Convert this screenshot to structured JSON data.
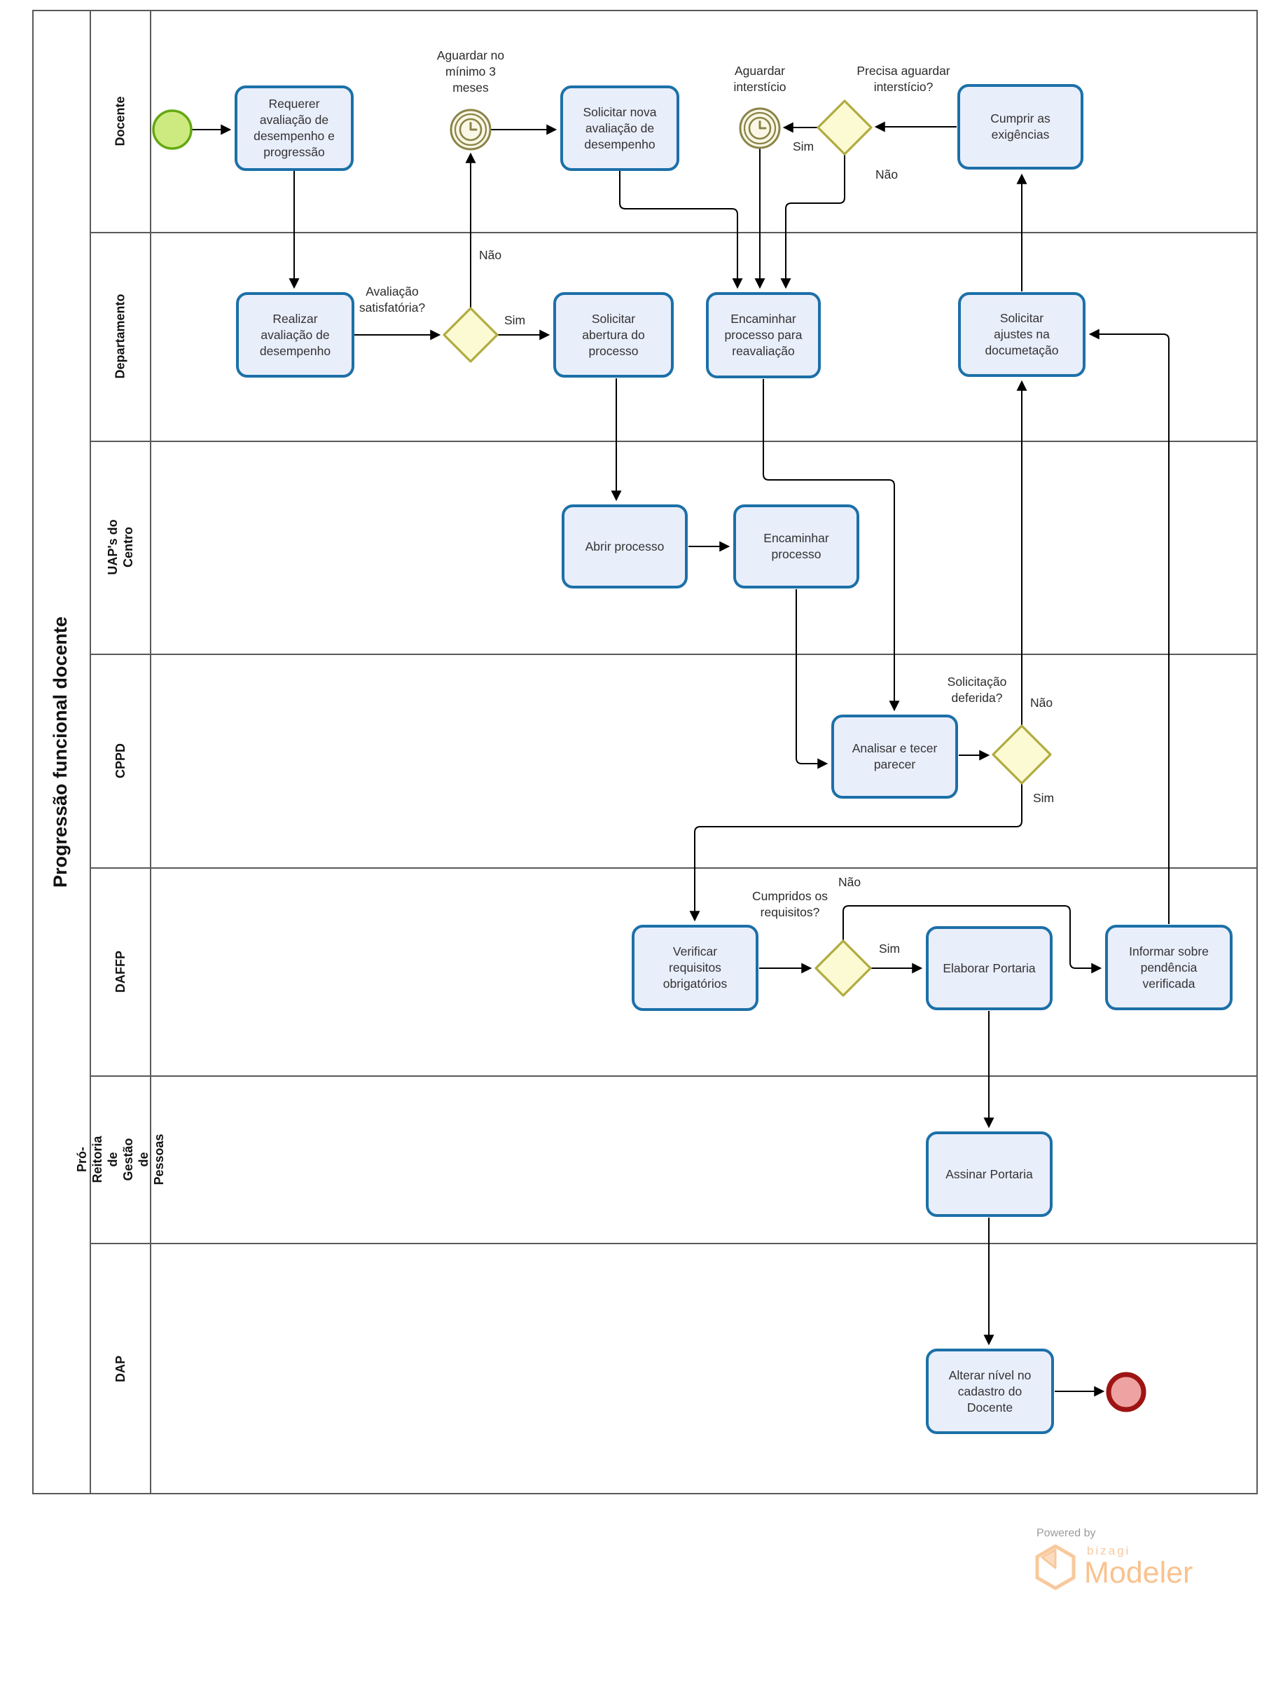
{
  "title": "Progressão funcional docente",
  "lanes": [
    {
      "label": "Docente"
    },
    {
      "label": "Departamento"
    },
    {
      "label": "UAP's do Centro"
    },
    {
      "label": "CPPD"
    },
    {
      "label": "DAFFP"
    },
    {
      "label": "Pró-Reitoria de Gestão de\nPessoas"
    },
    {
      "label": "DAP"
    }
  ],
  "nodes": {
    "requerer": {
      "label": "Requerer\navaliação de\ndesempenho e\nprogressão"
    },
    "timer_minimo": {
      "label": "Aguardar no\nmínimo 3\nmeses"
    },
    "solicitar_nova": {
      "label": "Solicitar nova\navaliação de\ndesempenho"
    },
    "timer_intersticio": {
      "label": "Aguardar\ninterstício"
    },
    "cumprir": {
      "label": "Cumprir as\nexigências"
    },
    "realizar": {
      "label": "Realizar\navaliação de\ndesempenho"
    },
    "abertura": {
      "label": "Solicitar\nabertura do\nprocesso"
    },
    "encaminhar_reavaliacao": {
      "label": "Encaminhar\nprocesso para\nreavaliação"
    },
    "ajustes": {
      "label": "Solicitar\najustes na\ndocumetação"
    },
    "abrir": {
      "label": "Abrir processo"
    },
    "encaminhar_processo": {
      "label": "Encaminhar\nprocesso"
    },
    "analisar": {
      "label": "Analisar e tecer\nparecer"
    },
    "verificar": {
      "label": "Verificar\nrequisitos\nobrigatórios"
    },
    "elaborar": {
      "label": "Elaborar Portaria"
    },
    "informar": {
      "label": "Informar sobre\npendência\nverificada"
    },
    "assinar": {
      "label": "Assinar Portaria"
    },
    "alterar": {
      "label": "Alterar nível no\ncadastro do\nDocente"
    }
  },
  "gateways": {
    "avaliacao_satisfatoria": {
      "question": "Avaliação\nsatisfatória?",
      "yes": "Sim",
      "no": "Não"
    },
    "precisa_aguardar": {
      "question": "Precisa aguardar\ninterstício?",
      "yes": "Sim",
      "no": "Não"
    },
    "solicitacao_deferida": {
      "question": "Solicitação\ndeferida?",
      "yes": "Sim",
      "no": "Não"
    },
    "cumpridos_requisitos": {
      "question": "Cumpridos os\nrequisitos?",
      "yes": "Sim",
      "no": "Não"
    }
  },
  "colors": {
    "task_fill": "#e9eefb",
    "task_border": "#1c70a8",
    "gateway_fill": "#fbfad2",
    "gateway_border": "#b1ab3f",
    "timer_stroke": "#8a8448",
    "timer_fill": "#faf7e6",
    "start_fill": "#cdea80",
    "start_border": "#63a811",
    "end_fill": "#efa2a2",
    "end_border": "#9e1414",
    "lane_border": "#595959",
    "connector": "#000000"
  },
  "logo": {
    "powered_by": "Powered by",
    "brand": "bizagi",
    "product": "Modeler"
  }
}
